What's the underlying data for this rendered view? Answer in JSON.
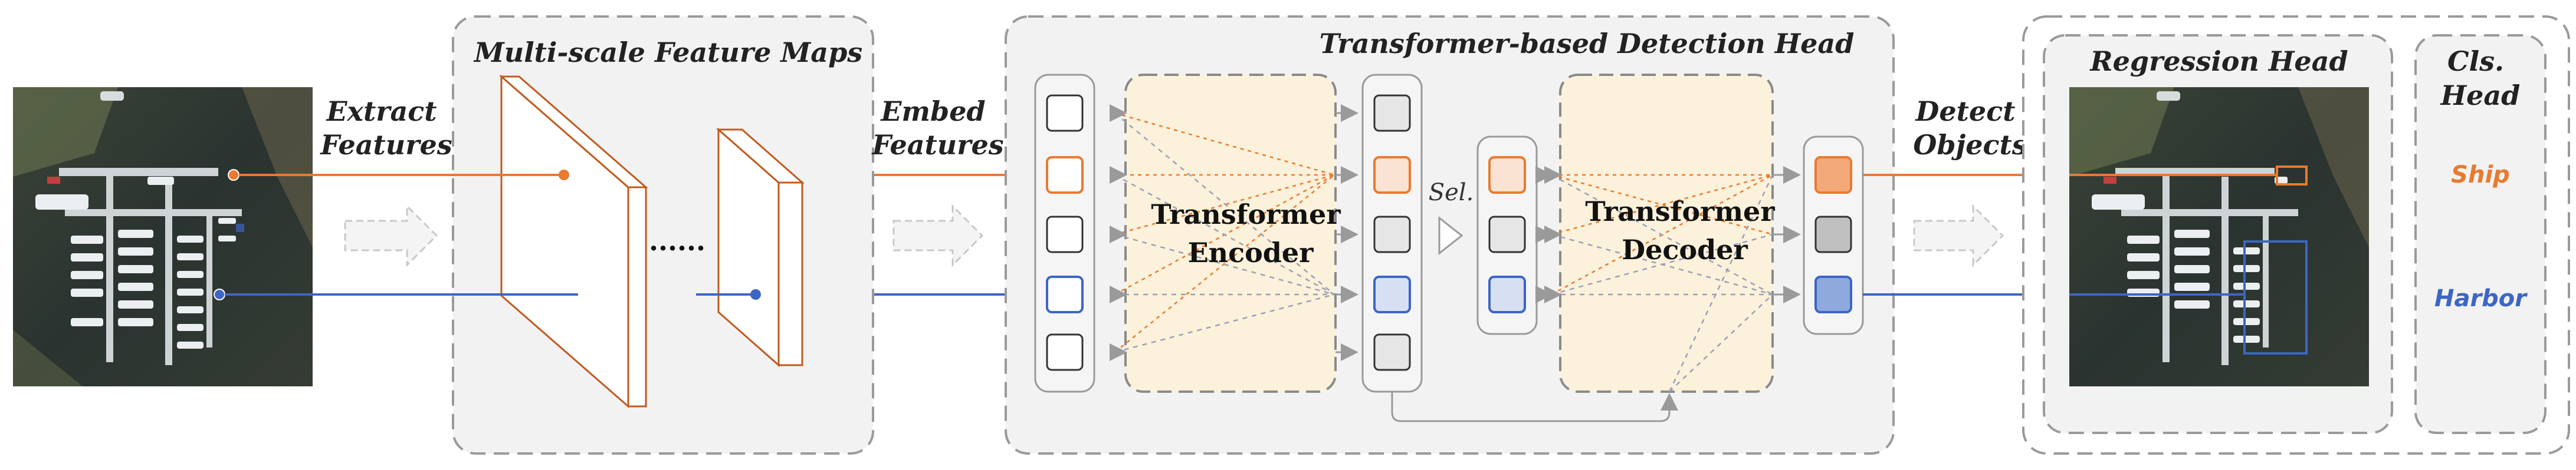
{
  "labels": {
    "extract_features": [
      "Extract",
      "Features"
    ],
    "embed_features": [
      "Embed",
      "Features"
    ],
    "detect_objects": [
      "Detect",
      "Objects"
    ]
  },
  "panels": {
    "feature_maps_title": "Multi-scale Feature Maps",
    "detection_head_title": "Transformer-based Detection Head",
    "regression_head_title": "Regression Head",
    "cls_head_title": [
      "Cls.",
      "Head"
    ]
  },
  "modules": {
    "encoder": [
      "Transformer",
      "Encoder"
    ],
    "decoder": [
      "Transformer",
      "Decoder"
    ],
    "select_label": "Sel.",
    "ellipsis": "......"
  },
  "classes": {
    "ship": "Ship",
    "harbor": "Harbor"
  },
  "colors": {
    "orange": "#e97a30",
    "orange_fill": "#f4a97a",
    "orange_light": "#fbe3d4",
    "blue": "#3d66c4",
    "blue_fill": "#8ea9dc",
    "blue_light": "#d7e0f3",
    "module_fill": "#fcf1da",
    "panel_fill": "#f2f2f2",
    "dash_gray": "#9a9a9a"
  }
}
